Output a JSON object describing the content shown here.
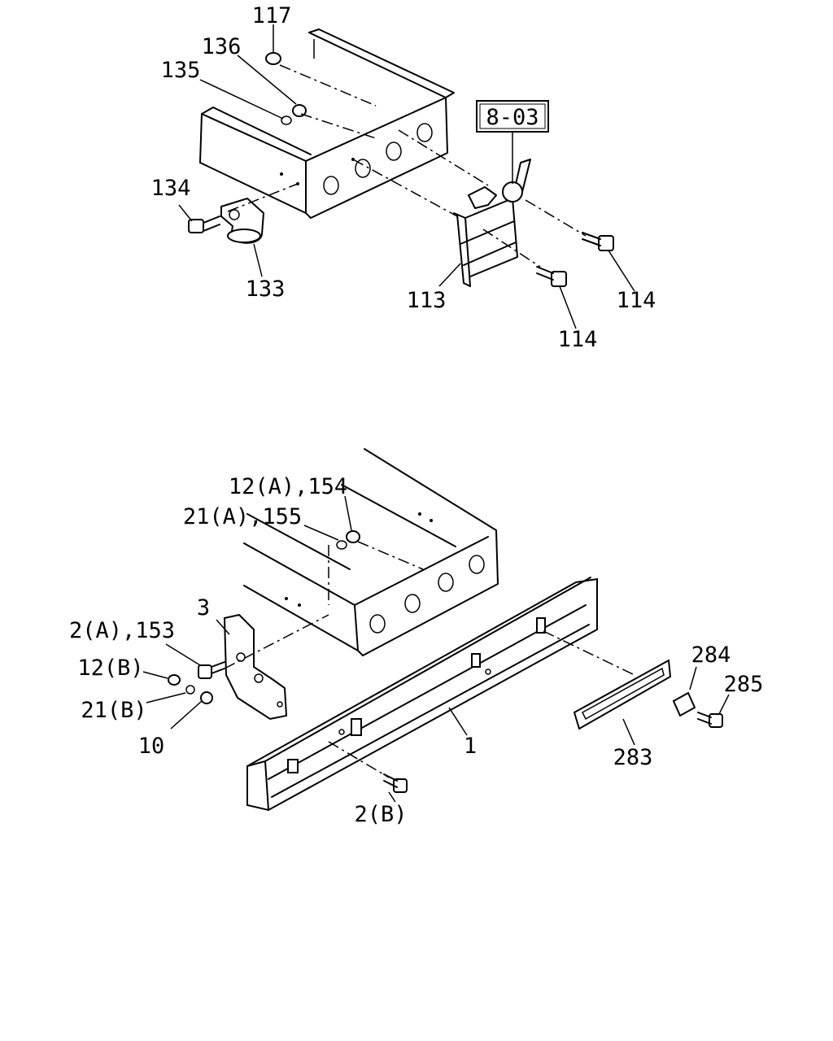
{
  "diagram": {
    "top_assembly": {
      "callouts": [
        {
          "id": "c117",
          "text": "117"
        },
        {
          "id": "c136",
          "text": "136"
        },
        {
          "id": "c135",
          "text": "135"
        },
        {
          "id": "c134",
          "text": "134"
        },
        {
          "id": "c133",
          "text": "133"
        },
        {
          "id": "c113",
          "text": "113"
        },
        {
          "id": "c114a",
          "text": "114"
        },
        {
          "id": "c114b",
          "text": "114"
        }
      ],
      "reference_box": "8-03"
    },
    "bottom_assembly": {
      "callouts": [
        {
          "id": "c12a",
          "text": "12(A),154"
        },
        {
          "id": "c21a",
          "text": "21(A),155"
        },
        {
          "id": "c3",
          "text": "3"
        },
        {
          "id": "c2a",
          "text": "2(A),153"
        },
        {
          "id": "c12b",
          "text": "12(B)"
        },
        {
          "id": "c21b",
          "text": "21(B)"
        },
        {
          "id": "c10",
          "text": "10"
        },
        {
          "id": "c1",
          "text": "1"
        },
        {
          "id": "c2b",
          "text": "2(B)"
        },
        {
          "id": "c284",
          "text": "284"
        },
        {
          "id": "c285",
          "text": "285"
        },
        {
          "id": "c283",
          "text": "283"
        }
      ]
    }
  }
}
